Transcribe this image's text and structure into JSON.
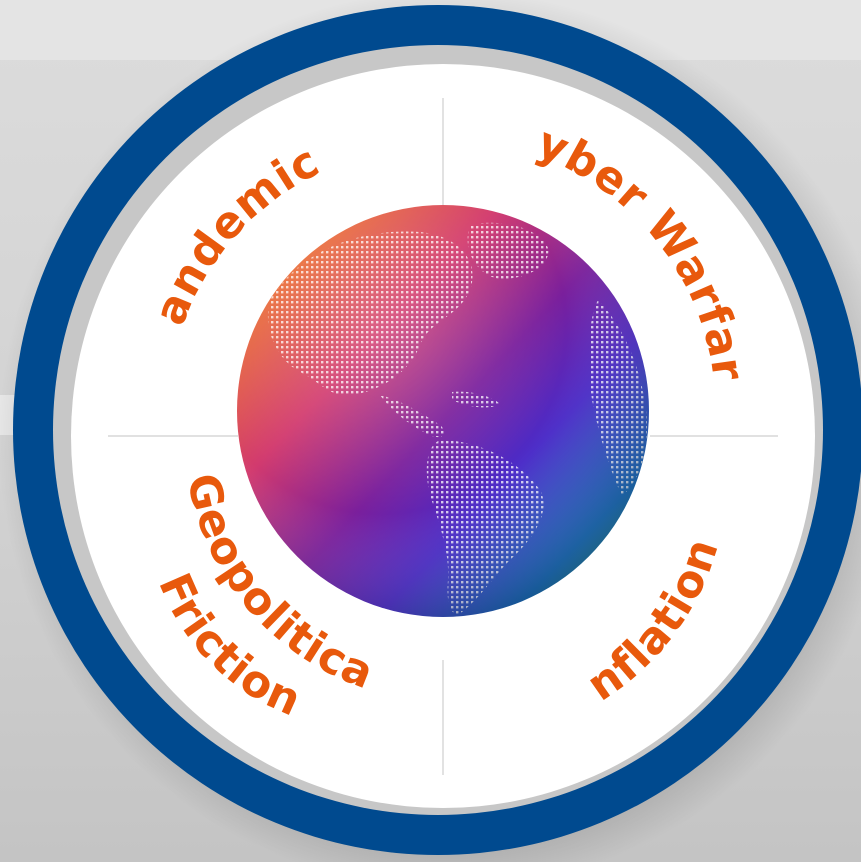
{
  "colors": {
    "background": "#d9d9d9",
    "ring": "#004a8f",
    "inner_rim": "#c7c7c7",
    "panel": "#ffffff",
    "divider": "#cfcfcf",
    "label": "#e8590c",
    "globe_gradient": [
      "#f07a2c",
      "#d23a6e",
      "#7a1f9c",
      "#4a2bc8",
      "#1b72c4",
      "#3fa79c"
    ]
  },
  "icons": {
    "center": "globe-icon"
  },
  "segments": [
    {
      "id": "top-left",
      "label": "Pandemics"
    },
    {
      "id": "top-right",
      "label": "Cyber Warfare"
    },
    {
      "id": "bottom-left",
      "label": "Geopolitical",
      "label_line2": "Friction"
    },
    {
      "id": "bottom-right",
      "label": "Inflation"
    }
  ]
}
